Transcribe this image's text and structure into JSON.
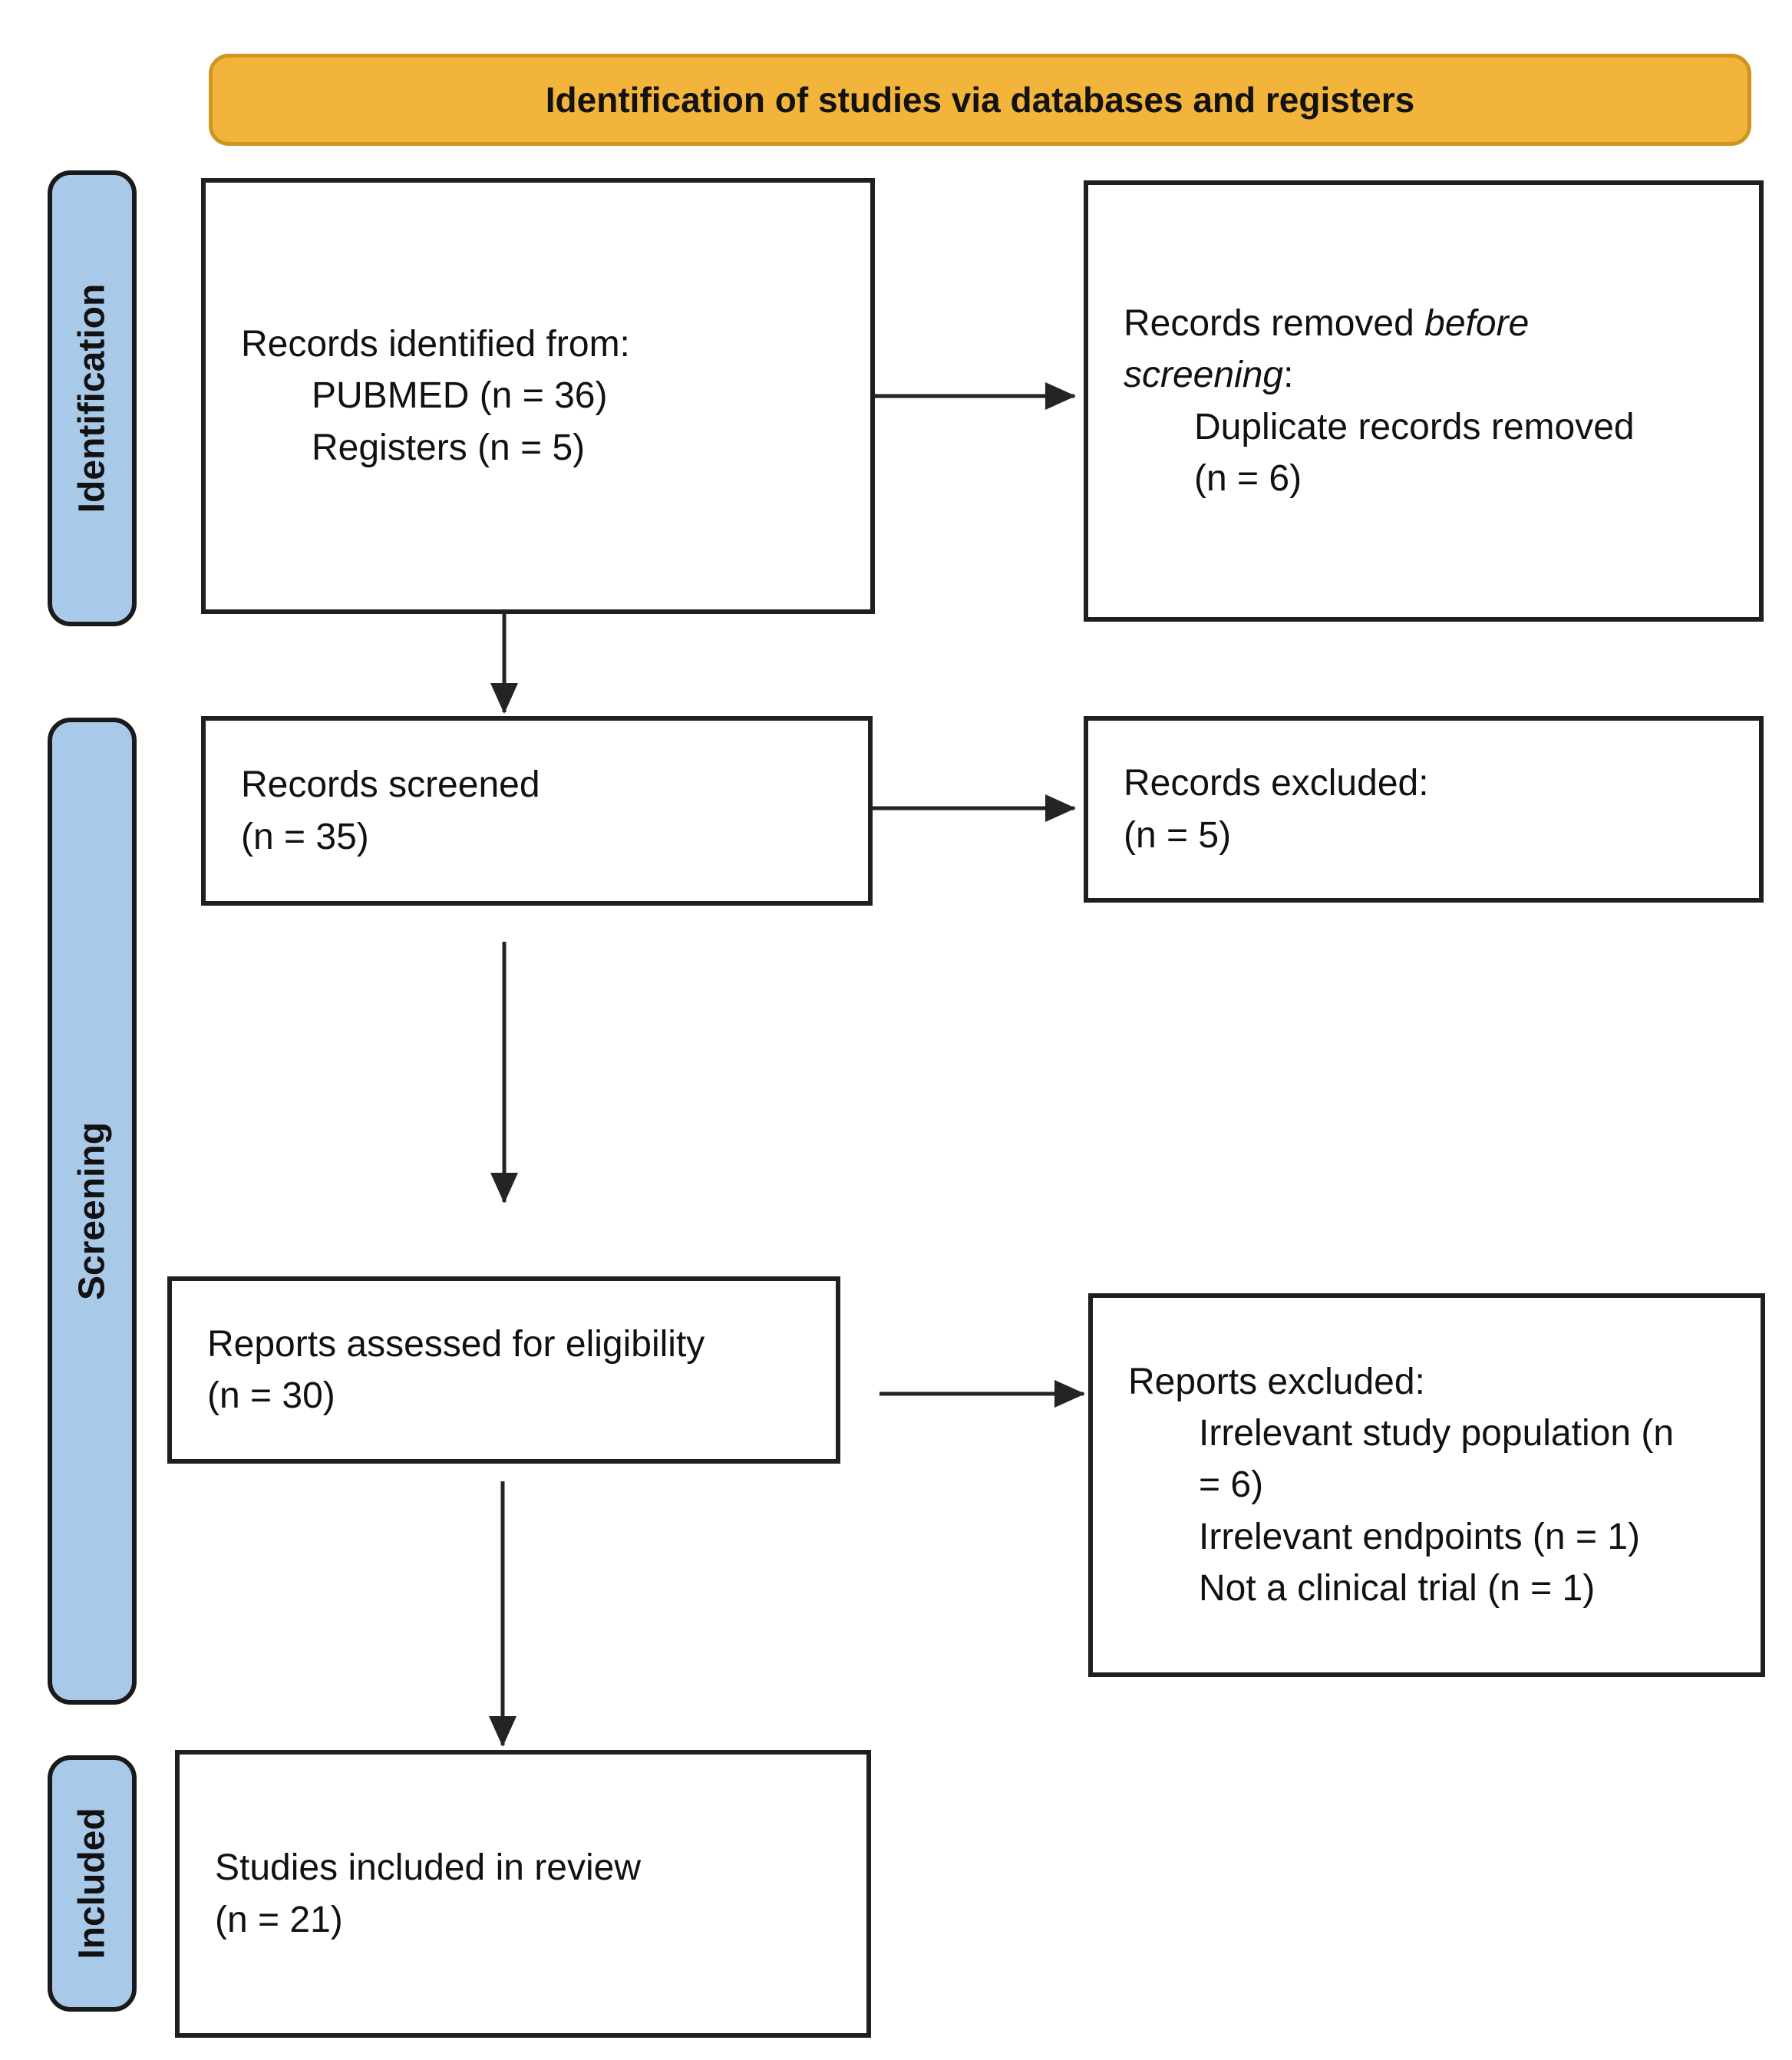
{
  "title": "Identification of studies via databases and registers",
  "colors": {
    "title_bg": "#F2B43A",
    "title_border": "#CE951F",
    "stage_bg": "#A9C9E9",
    "stage_border": "#1A1A1A",
    "box_border": "#1F1F1F",
    "arrow": "#242424",
    "text": "#111111"
  },
  "stages": [
    {
      "id": "identification",
      "label": "Identification"
    },
    {
      "id": "screening",
      "label": "Screening"
    },
    {
      "id": "included",
      "label": "Included"
    }
  ],
  "boxes": {
    "records_identified": {
      "title": "Records identified from:",
      "items": [
        "PUBMED (n = 36)",
        "Registers (n = 5)"
      ]
    },
    "records_removed": {
      "title_prefix": "Records removed ",
      "title_italic": "before screening",
      "title_suffix": ":",
      "items": [
        "Duplicate records removed (n = 6)"
      ]
    },
    "records_screened": {
      "title": "Records screened",
      "count": "(n = 35)"
    },
    "records_excluded": {
      "title": "Records excluded:",
      "count": "(n = 5)"
    },
    "reports_assessed": {
      "title": "Reports assessed for eligibility",
      "count": "(n = 30)"
    },
    "reports_excluded": {
      "title": "Reports excluded:",
      "items": [
        "Irrelevant study population (n = 6)",
        "Irrelevant endpoints (n = 1)",
        "Not a clinical trial (n = 1)"
      ]
    },
    "studies_included": {
      "title": "Studies included in review",
      "count": "(n = 21)"
    }
  }
}
